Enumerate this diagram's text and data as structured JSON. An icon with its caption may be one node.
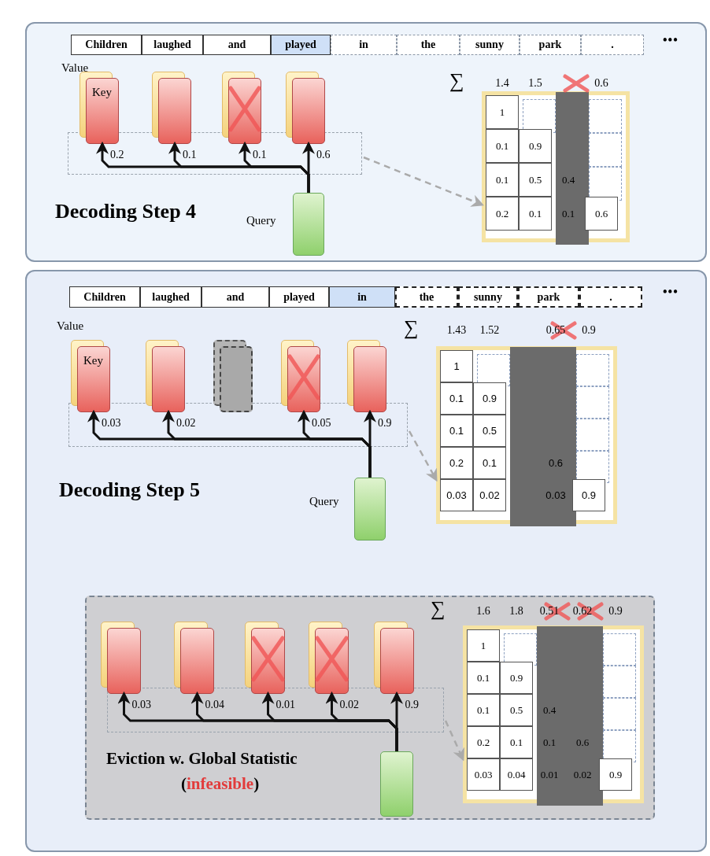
{
  "diagram": {
    "nodes": [
      {
        "text": [
          "Decoding Step 4"
        ]
      },
      {
        "text": [
          "Children"
        ],
        "in": 0
      },
      {
        "text": [
          "laughed"
        ],
        "in": 0
      },
      {
        "text": [
          "and"
        ],
        "in": 0
      },
      {
        "text": [
          "played"
        ],
        "in": 0
      },
      {
        "text": [
          "in"
        ],
        "in": 0
      },
      {
        "text": [
          "the"
        ],
        "in": 0
      },
      {
        "text": [
          "sunny"
        ],
        "in": 0
      },
      {
        "text": [
          "park"
        ],
        "in": 0
      },
      {
        "text": [
          "."
        ],
        "in": 0
      },
      {
        "text": [
          "Key"
        ],
        "beside": [
          "Value"
        ],
        "in": 0
      },
      {
        "text": [],
        "shape": "box",
        "in": 0
      },
      {
        "text": [],
        "shape": "box",
        "in": 0
      },
      {
        "text": [],
        "shape": "box",
        "in": 0
      },
      {
        "text": [],
        "shape": "box",
        "beside": [
          "Query"
        ],
        "in": 0
      },
      {
        "text": [],
        "shape": "box",
        "in": 0
      },
      {
        "text": [
          "Decoding Step 5"
        ]
      },
      {
        "text": [
          "Children"
        ],
        "in": 16
      },
      {
        "text": [
          "laughed"
        ],
        "in": 16
      },
      {
        "text": [
          "and"
        ],
        "in": 16
      },
      {
        "text": [
          "played"
        ],
        "in": 16
      },
      {
        "text": [
          "in"
        ],
        "in": 16
      },
      {
        "text": [
          "the"
        ],
        "in": 16
      },
      {
        "text": [
          "sunny"
        ],
        "in": 16
      },
      {
        "text": [
          "park"
        ],
        "in": 16
      },
      {
        "text": [
          "."
        ],
        "in": 16
      },
      {
        "text": [
          "Key"
        ],
        "beside": [
          "Value"
        ],
        "in": 16
      },
      {
        "text": [],
        "shape": "box",
        "in": 16
      },
      {
        "text": [],
        "shape": "box",
        "in": 16
      },
      {
        "text": [],
        "shape": "box",
        "in": 16
      },
      {
        "text": [],
        "shape": "box",
        "in": 16
      },
      {
        "text": [],
        "shape": "box",
        "beside": [
          "Query"
        ],
        "in": 16
      },
      {
        "text": [],
        "shape": "box",
        "in": 16
      },
      {
        "text": [
          "Eviction w. Global Statistic",
          "(**infeasible**)"
        ],
        "in": 16
      },
      {
        "text": [],
        "shape": "box",
        "in": 33
      },
      {
        "text": [],
        "shape": "box",
        "in": 33
      },
      {
        "text": [],
        "shape": "box",
        "in": 33
      },
      {
        "text": [],
        "shape": "box",
        "in": 33
      },
      {
        "text": [],
        "shape": "box",
        "in": 33
      },
      {
        "text": [],
        "shape": "box",
        "in": 33
      },
      {
        "text": [],
        "shape": "box",
        "in": 33
      }
    ],
    "edges": [
      {
        "from": 14,
        "to": 10,
        "arrow": "to",
        "label": "0.2"
      },
      {
        "from": 14,
        "to": 11,
        "arrow": "to",
        "label": "0.1"
      },
      {
        "from": 14,
        "to": 12,
        "arrow": "to",
        "label": "0.1"
      },
      {
        "from": 14,
        "to": 13,
        "arrow": "to",
        "label": "0.6"
      },
      {
        "from": null,
        "to": 15,
        "arrow": "to",
        "style": "dashed",
        "color": "#aaaaaa"
      },
      {
        "from": 31,
        "to": 26,
        "arrow": "to",
        "label": "0.03"
      },
      {
        "from": 31,
        "to": 27,
        "arrow": "to",
        "label": "0.02"
      },
      {
        "from": 31,
        "to": 29,
        "arrow": "to",
        "label": "0.05"
      },
      {
        "from": 31,
        "to": 30,
        "arrow": "to",
        "label": "0.9"
      },
      {
        "from": null,
        "to": 32,
        "arrow": "to",
        "style": "dashed",
        "color": "#aaaaaa"
      },
      {
        "from": 39,
        "to": 34,
        "arrow": "to",
        "label": "0.03"
      },
      {
        "from": 39,
        "to": 35,
        "arrow": "to",
        "label": "0.04"
      },
      {
        "from": 39,
        "to": 36,
        "arrow": "to",
        "label": "0.01"
      },
      {
        "from": 39,
        "to": 37,
        "arrow": "to",
        "label": "0.02"
      },
      {
        "from": 39,
        "to": 38,
        "arrow": "to",
        "label": "0.9"
      },
      {
        "from": null,
        "to": 40,
        "arrow": "to",
        "style": "dashed",
        "color": "#aaaaaa"
      }
    ],
    "labels": [
      "•••",
      "∑",
      "1.4",
      "1.5",
      "0.6",
      "1",
      "0.1",
      "0.9",
      "0.1",
      "0.5",
      "0.4",
      "0.2",
      "0.1",
      "0.1",
      "0.6",
      "•••",
      "∑",
      "1.43",
      "1.52",
      "0.65",
      "0.9",
      "1",
      "0.1",
      "0.9",
      "0.1",
      "0.5",
      "0.2",
      "0.1",
      "0.6",
      "0.03",
      "0.02",
      "0.03",
      "0.9",
      "∑",
      "1.6",
      "1.8",
      "0.51",
      "0.62",
      "0.9",
      "1",
      "0.1",
      "0.9",
      "0.1",
      "0.5",
      "0.4",
      "0.2",
      "0.1",
      "0.1",
      "0.6",
      "0.03",
      "0.04",
      "0.01",
      "0.02",
      "0.9"
    ]
  }
}
